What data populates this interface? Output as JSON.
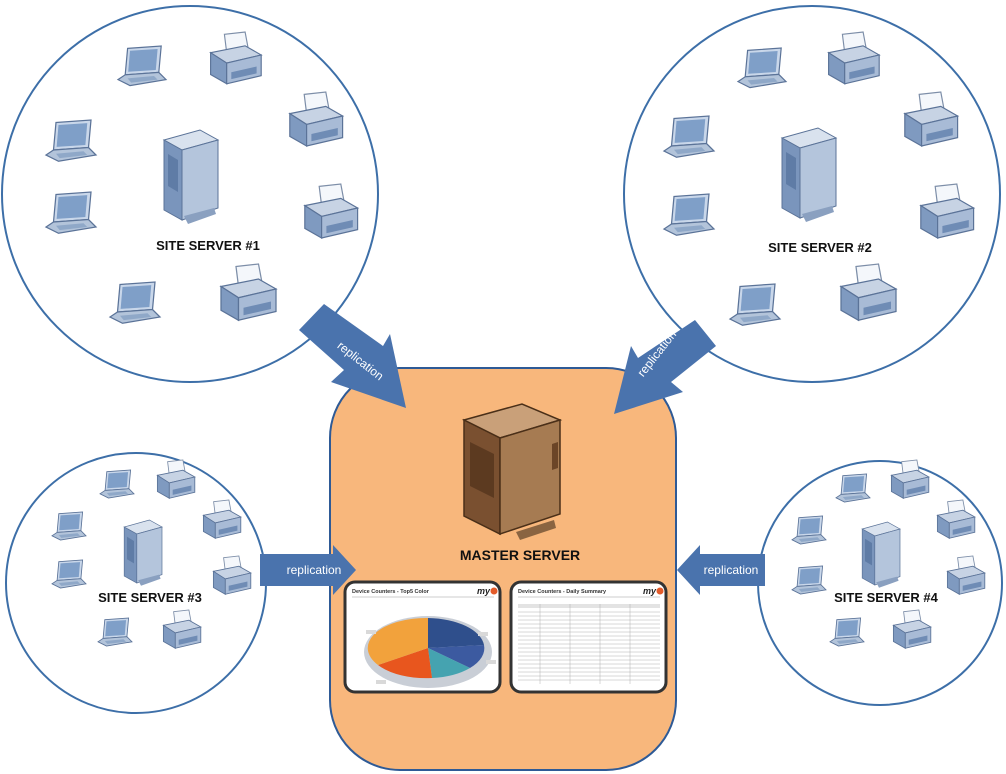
{
  "master": {
    "label": "MASTER SERVER"
  },
  "sites": [
    {
      "label": "SITE SERVER #1"
    },
    {
      "label": "SITE SERVER #2"
    },
    {
      "label": "SITE SERVER #3"
    },
    {
      "label": "SITE SERVER #4"
    }
  ],
  "replication": [
    {
      "label": "replication"
    },
    {
      "label": "replication"
    },
    {
      "label": "replication"
    },
    {
      "label": "replication"
    }
  ],
  "reports": [
    {
      "title": "Device Counters - Top5 Color",
      "brand": "my"
    },
    {
      "title": "Device Counters - Daily Summary",
      "brand": "my"
    }
  ],
  "colors": {
    "circle_stroke": "#3d6fa8",
    "arrow_fill": "#4a73ad",
    "master_fill": "#f8b77c",
    "master_stroke": "#2e5a96"
  }
}
